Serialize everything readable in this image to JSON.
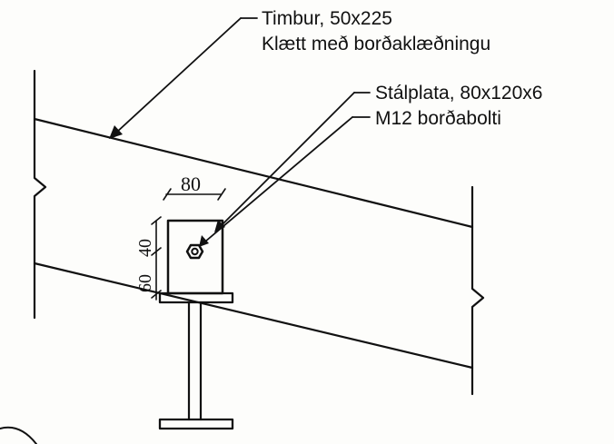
{
  "labels": {
    "timber_line1": "Timbur, 50x225",
    "timber_line2": "Klætt með borðaklæðningu",
    "plate": "Stálplata, 80x120x6",
    "bolt": "M12 borðabolti"
  },
  "dimensions": {
    "plate_width": "80",
    "bolt_upper": "40",
    "bolt_lower": "60"
  },
  "colors": {
    "ink": "#111111",
    "paper": "#fdfdfb"
  }
}
